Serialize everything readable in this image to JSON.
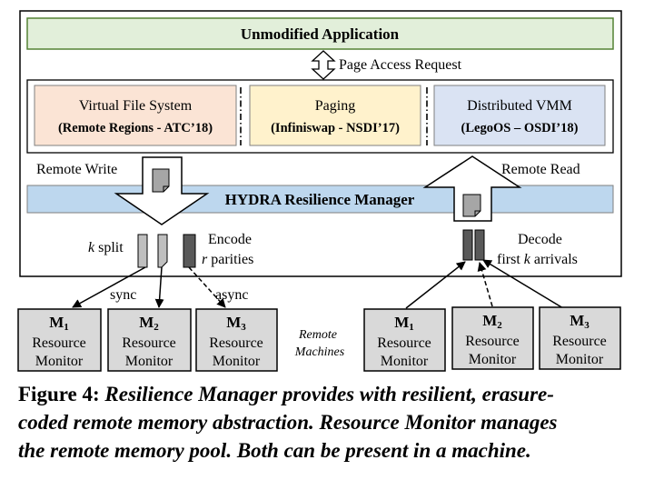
{
  "app_box": {
    "title": "Unmodified Application"
  },
  "page_access_request": "Page Access Request",
  "modules": [
    {
      "title": "Virtual File System",
      "subtitle": "(Remote Regions - ATC’18)",
      "fill": "#fbe4d5"
    },
    {
      "title": "Paging",
      "subtitle": "(Infiniswap - NSDI’17)",
      "fill": "#fff2cc"
    },
    {
      "title": "Distributed VMM",
      "subtitle": "(LegoOS – OSDI’18)",
      "fill": "#dae3f3"
    }
  ],
  "remote_write": "Remote Write",
  "remote_read": "Remote Read",
  "resilience_manager": "HYDRA Resilience Manager",
  "split_label": {
    "k": "k",
    "rest": " split"
  },
  "encode_label": {
    "line1": "Encode",
    "r": "r",
    "line2_rest": " parities"
  },
  "decode_label": {
    "line1": "Decode",
    "line2_pre": "first ",
    "k": "k",
    "line2_post": " arrivals"
  },
  "sync_label": "sync",
  "async_label": "async",
  "remote_machines": {
    "line1": "Remote",
    "line2": "Machines"
  },
  "machines_left": [
    {
      "m": "M",
      "sub": "1",
      "line1": "Resource",
      "line2": "Monitor"
    },
    {
      "m": "M",
      "sub": "2",
      "line1": "Resource",
      "line2": "Monitor"
    },
    {
      "m": "M",
      "sub": "3",
      "line1": "Resource",
      "line2": "Monitor"
    }
  ],
  "machines_right": [
    {
      "m": "M",
      "sub": "1",
      "line1": "Resource",
      "line2": "Monitor"
    },
    {
      "m": "M",
      "sub": "2",
      "line1": "Resource",
      "line2": "Monitor"
    },
    {
      "m": "M",
      "sub": "3",
      "line1": "Resource",
      "line2": "Monitor"
    }
  ],
  "caption": {
    "lead": "Figure 4:",
    "line1_rest": " Resilience Manager provides with resilient, erasure-",
    "line2": "coded remote memory abstraction. Resource Monitor manages",
    "line3": "the remote memory pool. Both can be present in a machine."
  },
  "colors": {
    "application": "#e2efda",
    "application_border": "#548235",
    "resilience_bar": "#bdd7ee",
    "machine_fill": "#d9d9d9",
    "data_split": "#bfbfbf",
    "parity": "#595959"
  }
}
